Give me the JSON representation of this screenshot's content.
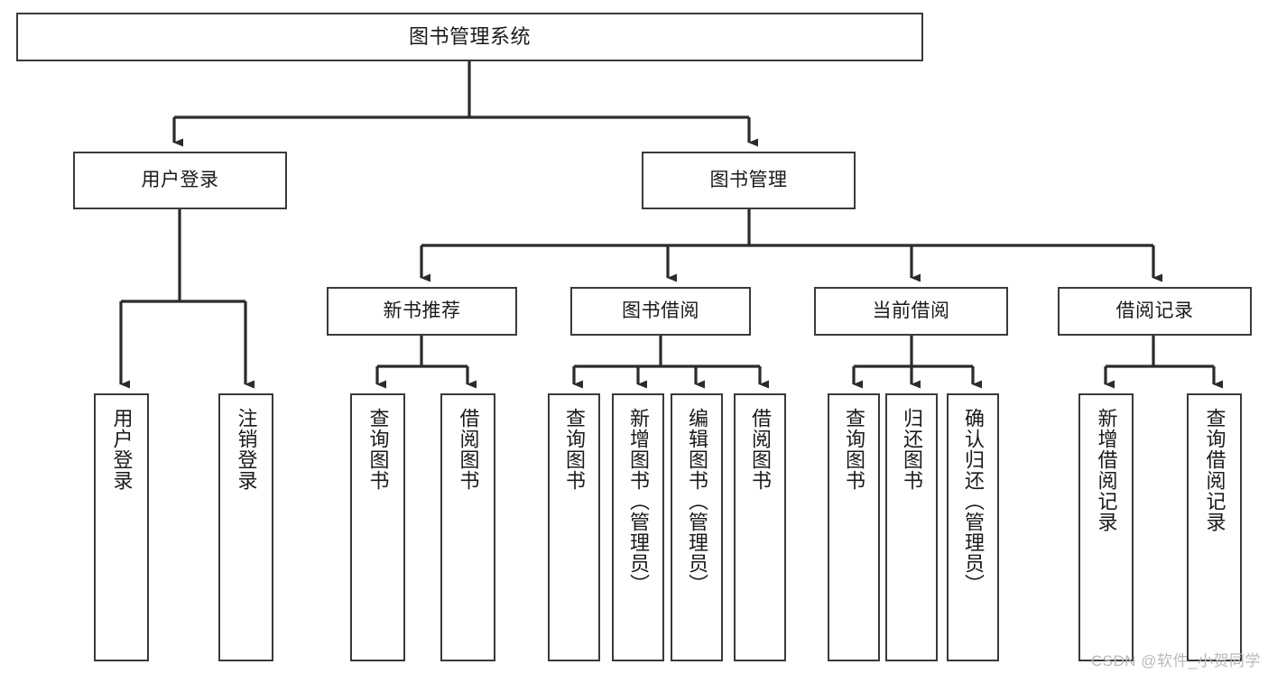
{
  "diagram": {
    "type": "tree-hierarchy",
    "title": "图书管理系统",
    "orientation": "top-down",
    "colors": {
      "box_border": "#3a3a3a",
      "box_fill": "#ffffff",
      "edge": "#2b2b2b",
      "text": "#1a1a1a",
      "watermark": "#b9b9b9",
      "background": "#ffffff"
    },
    "watermark": "CSDN @软件_小贺同学"
  },
  "nodes": {
    "root": {
      "label": "图书管理系统"
    },
    "level2": [
      {
        "id": "user-login",
        "label": "用户登录"
      },
      {
        "id": "book-manage",
        "label": "图书管理"
      }
    ],
    "level3": [
      {
        "id": "new-book-recommend",
        "label": "新书推荐"
      },
      {
        "id": "book-borrow",
        "label": "图书借阅"
      },
      {
        "id": "current-borrow",
        "label": "当前借阅"
      },
      {
        "id": "borrow-record",
        "label": "借阅记录"
      }
    ],
    "leaves": {
      "user_login": [
        {
          "id": "leaf-user-login",
          "label": "用户登录"
        },
        {
          "id": "leaf-logout-login",
          "label": "注销登录"
        }
      ],
      "new_book_recommend": [
        {
          "id": "leaf-query-book-1",
          "label": "查询图书"
        },
        {
          "id": "leaf-borrow-book-1",
          "label": "借阅图书"
        }
      ],
      "book_borrow": [
        {
          "id": "leaf-query-book-2",
          "label": "查询图书"
        },
        {
          "id": "leaf-add-book",
          "label": "新增图书（管理员）"
        },
        {
          "id": "leaf-edit-book",
          "label": "编辑图书（管理员）"
        },
        {
          "id": "leaf-borrow-book-2",
          "label": "借阅图书"
        }
      ],
      "current_borrow": [
        {
          "id": "leaf-query-book-3",
          "label": "查询图书"
        },
        {
          "id": "leaf-return-book",
          "label": "归还图书"
        },
        {
          "id": "leaf-confirm-return",
          "label": "确认归还（管理员）"
        }
      ],
      "borrow_record": [
        {
          "id": "leaf-add-record",
          "label": "新增借阅记录"
        },
        {
          "id": "leaf-query-record",
          "label": "查询借阅记录"
        }
      ]
    }
  }
}
